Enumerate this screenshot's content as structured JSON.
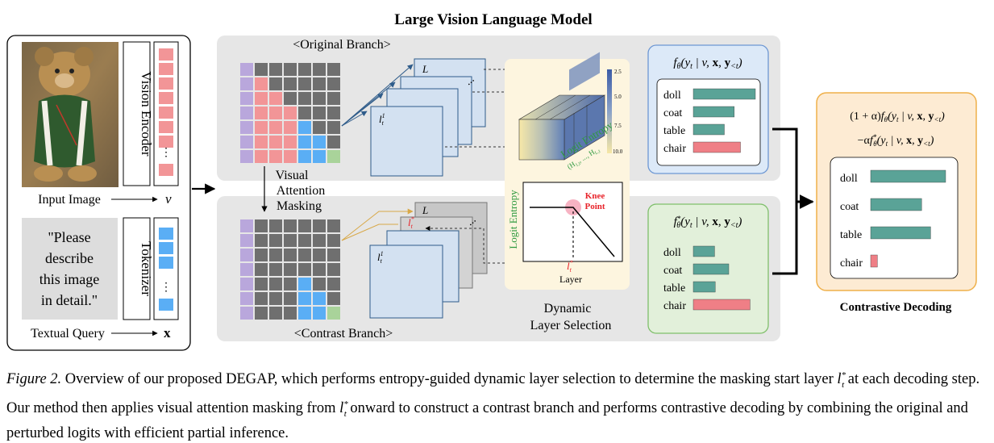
{
  "title": "Large Vision Language Model",
  "input_panel": {
    "image_label": "Input Image",
    "image_symbol": "v",
    "encoder_label": "Vision Encoder",
    "query_text": [
      "\"Please",
      "describe",
      "this image",
      "in detail.\""
    ],
    "tokenizer_label": "Tokenizer",
    "query_label": "Textual Query",
    "query_symbol": "x"
  },
  "original_branch": {
    "label": "<Original Branch>",
    "layer_top": "L",
    "layer_first": "l",
    "layer_first_sup": "1",
    "layer_first_sub": "t"
  },
  "contrast_branch": {
    "label": "<Contrast Branch>",
    "layer_top": "L",
    "layer_star": "l",
    "layer_star_sup": "*",
    "layer_star_sub": "t",
    "layer_first": "l",
    "layer_first_sup": "1",
    "layer_first_sub": "t"
  },
  "masking_label": [
    "Visual",
    "Attention",
    "Masking"
  ],
  "dynamic_selection": {
    "entropy_label": "Logit Entropy",
    "entropy_vector": "(H",
    "entropy_vector_rest": "1,t",
    "entropy_vector_end": ", ..., H",
    "entropy_vector_last": "L,t",
    "colorbar_ticks": [
      "2.5",
      "5.0",
      "7.5",
      "10.0"
    ],
    "plot_ylabel": "Logit Entropy",
    "plot_xlabel": "Layer",
    "knee_label": [
      "Knee",
      "Point"
    ],
    "knee_layer": "l",
    "label": [
      "Dynamic",
      "Layer Selection"
    ]
  },
  "original_logits": {
    "formula": "fθ(yt | v, x, y<t)",
    "labels": [
      "doll",
      "coat",
      "table",
      "chair"
    ],
    "values": [
      1.0,
      0.66,
      0.5,
      0.76
    ],
    "colors": [
      "#5aa397",
      "#5aa397",
      "#5aa397",
      "#ef7f86"
    ]
  },
  "contrast_logits": {
    "formula": "f*θ(yt | v, x, y<t)",
    "labels": [
      "doll",
      "coat",
      "table",
      "chair"
    ],
    "values": [
      0.33,
      0.55,
      0.34,
      0.88
    ],
    "colors": [
      "#5aa397",
      "#5aa397",
      "#5aa397",
      "#ef7f86"
    ]
  },
  "contrastive_decoding": {
    "formula_line1": "(1 + α)fθ(yt | v, x, y<t)",
    "formula_line2": "−αf*θ(yt | v, x, y<t)",
    "labels": [
      "doll",
      "coat",
      "table",
      "chair"
    ],
    "values": [
      1.0,
      0.68,
      0.8,
      0.09
    ],
    "colors": [
      "#5aa397",
      "#5aa397",
      "#5aa397",
      "#ef7f86"
    ],
    "label": "Contrastive Decoding"
  },
  "caption": {
    "figure_label": "Figure 2.",
    "text_1": " Overview of our proposed DEGAP, which performs entropy-guided dynamic layer selection to determine the masking start layer ",
    "text_2": " at each decoding step. Our method then applies visual attention masking from ",
    "text_3": " onward to construct a contrast branch and performs contrastive decoding by combining the original and perturbed logits with efficient partial inference.",
    "symbol": "l",
    "symbol_sup": "*",
    "symbol_sub": "t"
  },
  "colors": {
    "panel_gray": "#e6e6e6",
    "token_pink": "#f29597",
    "token_blue": "#5aaef5",
    "token_purple": "#b9a7dc",
    "token_green": "#a9d39a",
    "token_dark": "#6f6f6f",
    "layer_blue": "#cfdef0",
    "layer_gray": "#c6c6c6",
    "plot_blue_bg": "#dce9f8",
    "plot_green_bg": "#e2f0da",
    "plot_orange_bg": "#fdebd3",
    "plot_orange_border": "#efb04a",
    "selection_bg": "#fdf5df",
    "knee_red": "#e8232a"
  }
}
